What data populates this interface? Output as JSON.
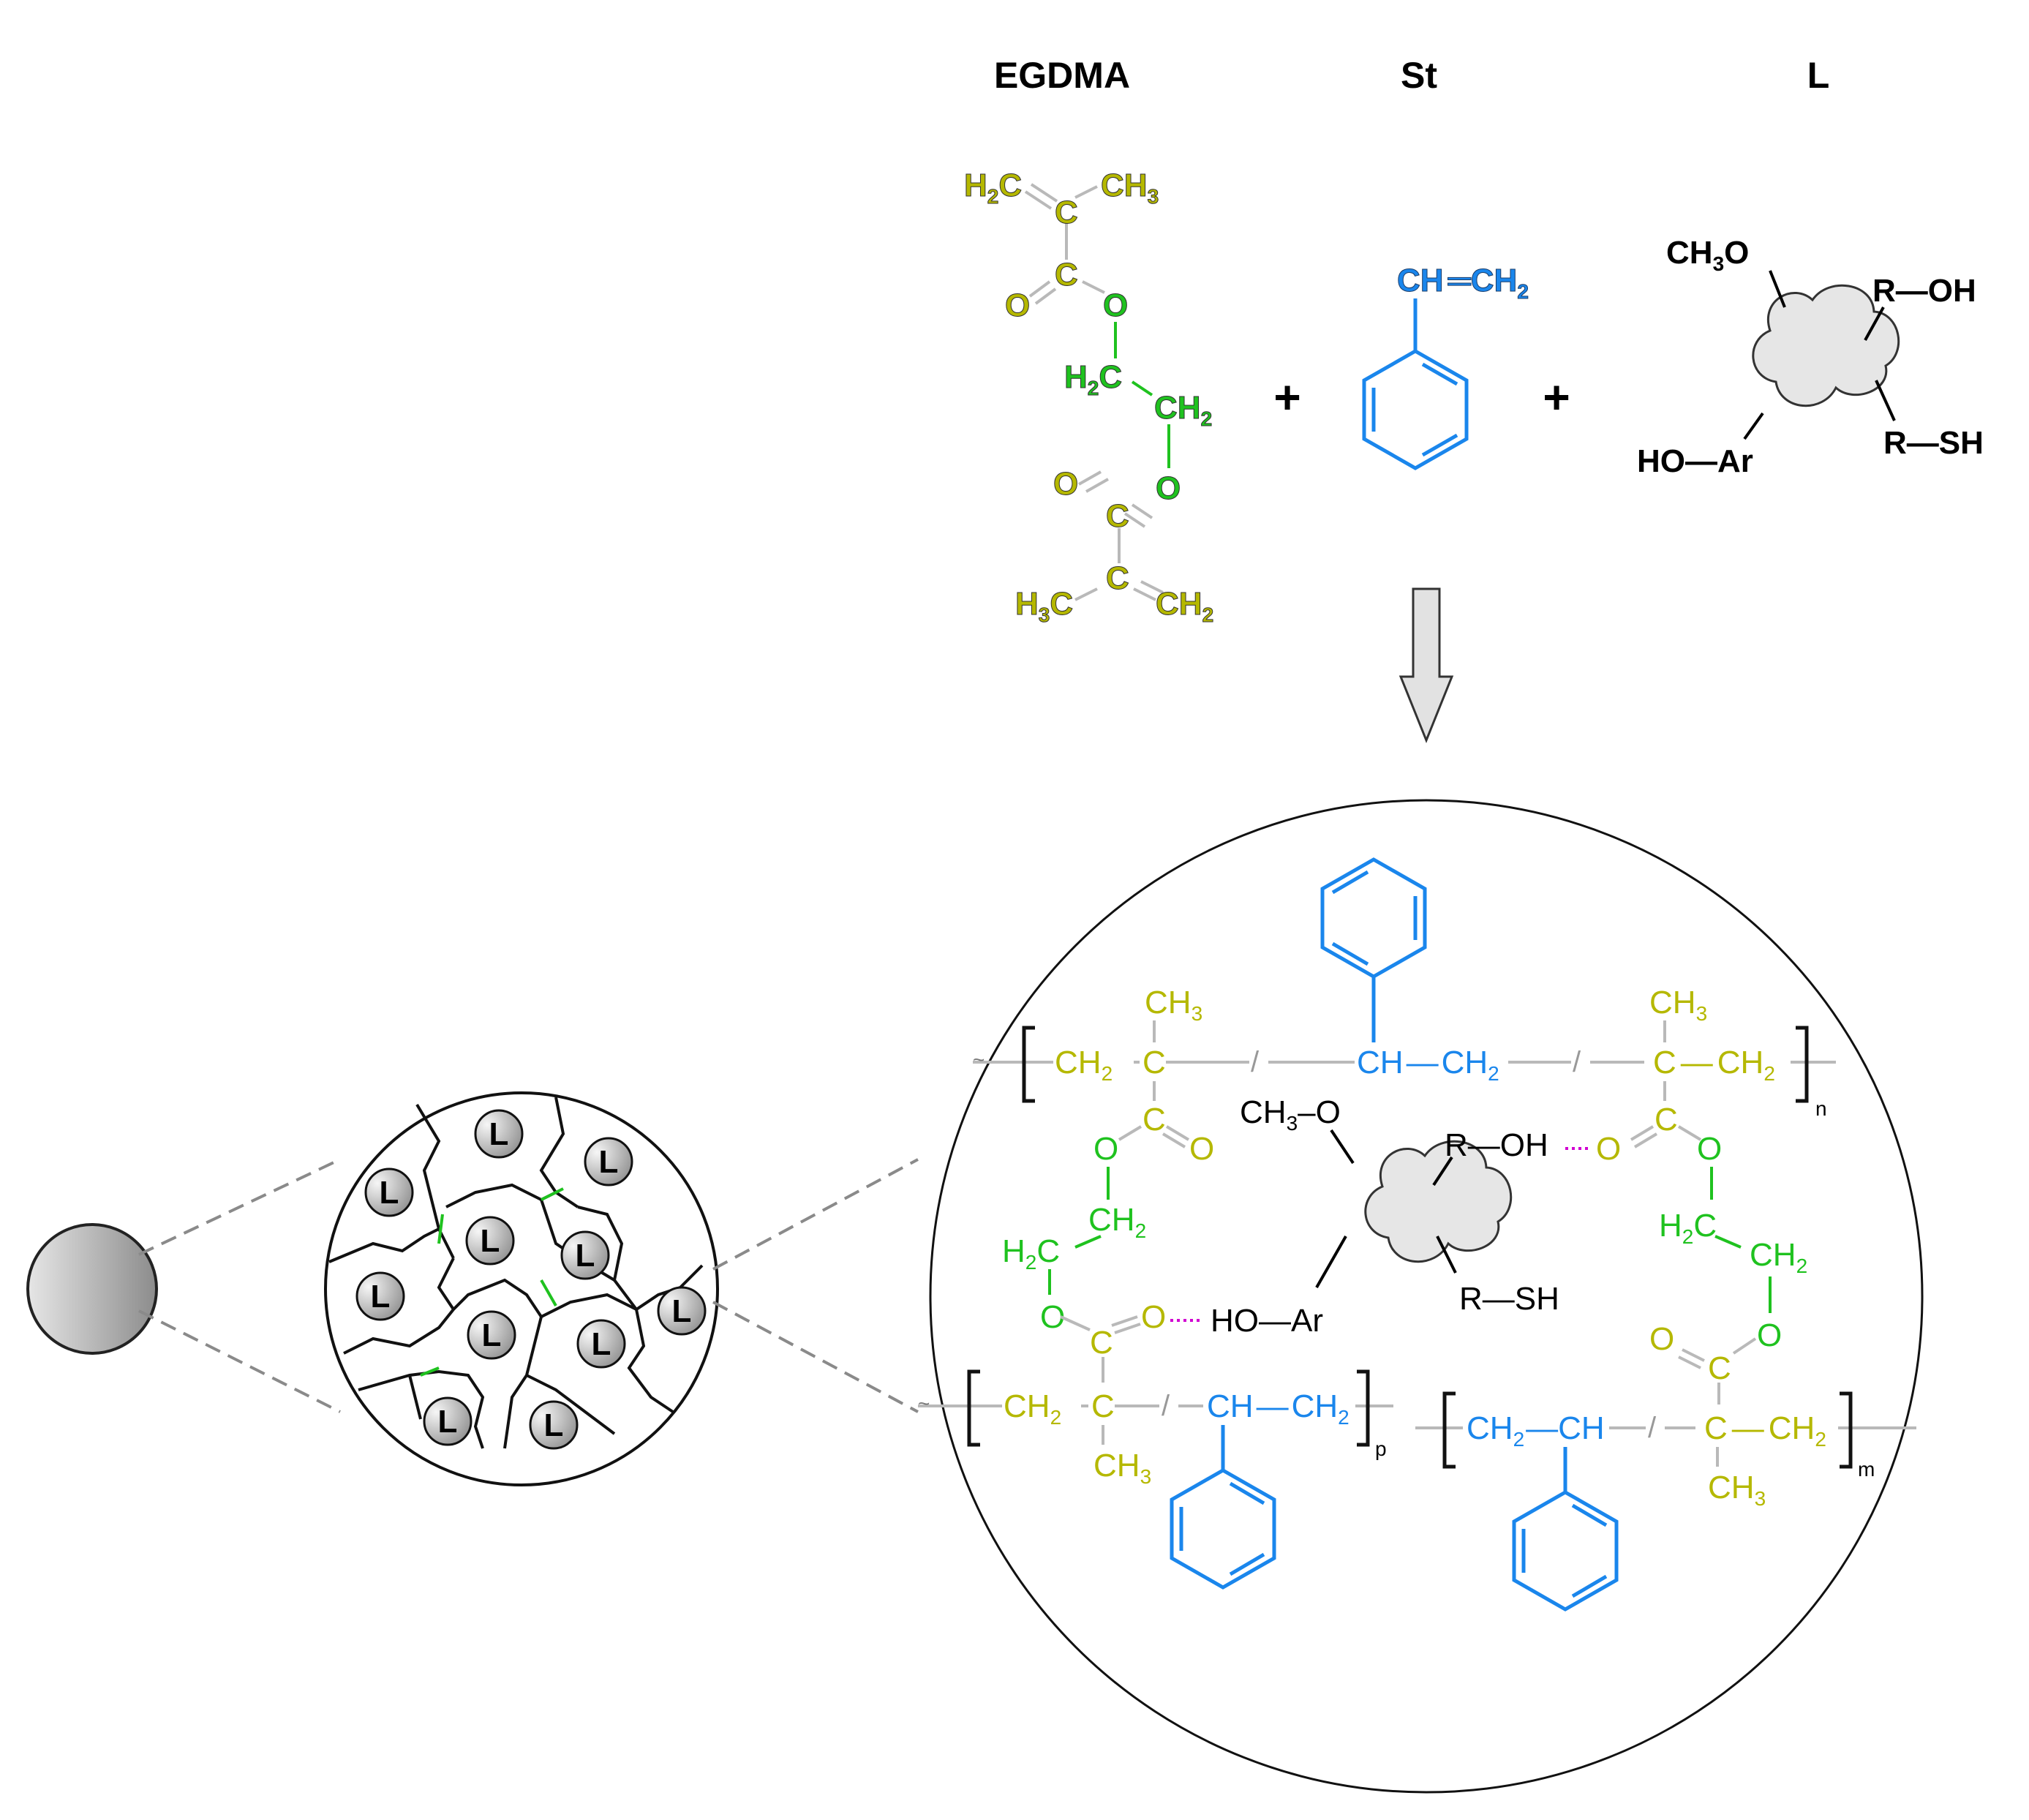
{
  "colors": {
    "methacrylate": "#b5b800",
    "glycol": "#1fc21f",
    "styrene": "#1a86ec",
    "ligand": "#000000",
    "backbone": "#b9b9b9",
    "hbond": "#d100d1",
    "bead_fill_light": "#f2f2f2",
    "bead_fill_dark": "#8c8c8c",
    "arrow_fill": "#e2e2e2"
  },
  "headers": {
    "egdma": "EGDMA",
    "st": "St",
    "l": "L"
  },
  "plus_sign": "+",
  "egdma_atoms": {
    "h2c": "H",
    "h2c_sub": "2",
    "h2c_c": "C",
    "ch3": "CH",
    "ch3_sub": "3",
    "c": "C",
    "o": "O",
    "h2": "H",
    "h2_sub": "2",
    "ch2": "CH",
    "ch2_sub": "2",
    "h3c": "H",
    "h3c_sub": "3"
  },
  "styrene_atoms": {
    "ch": "CH",
    "ch2": "CH",
    "ch2_sub": "2"
  },
  "ligand_groups": {
    "ch3o_a": "CH",
    "ch3o_sub": "3",
    "ch3o_b": "O",
    "roh": "R—OH",
    "hoar": "HO—Ar",
    "rsh": "R—SH"
  },
  "bead_label": "L",
  "polymer_atoms": {
    "ch": "CH",
    "ch2": "CH",
    "sub2": "2",
    "ch3": "CH",
    "sub3": "3",
    "c": "C",
    "o": "O",
    "h": "H",
    "slash": "/",
    "wavy": "~"
  },
  "repeat_subscripts": {
    "n": "n",
    "p": "p",
    "m": "m"
  },
  "network_ligand": {
    "ch3o_a": "CH",
    "ch3o_sub": "3",
    "ch3o_b": "–O",
    "roh": "R—OH",
    "hoar": "HO—Ar",
    "rsh": "R—SH"
  }
}
